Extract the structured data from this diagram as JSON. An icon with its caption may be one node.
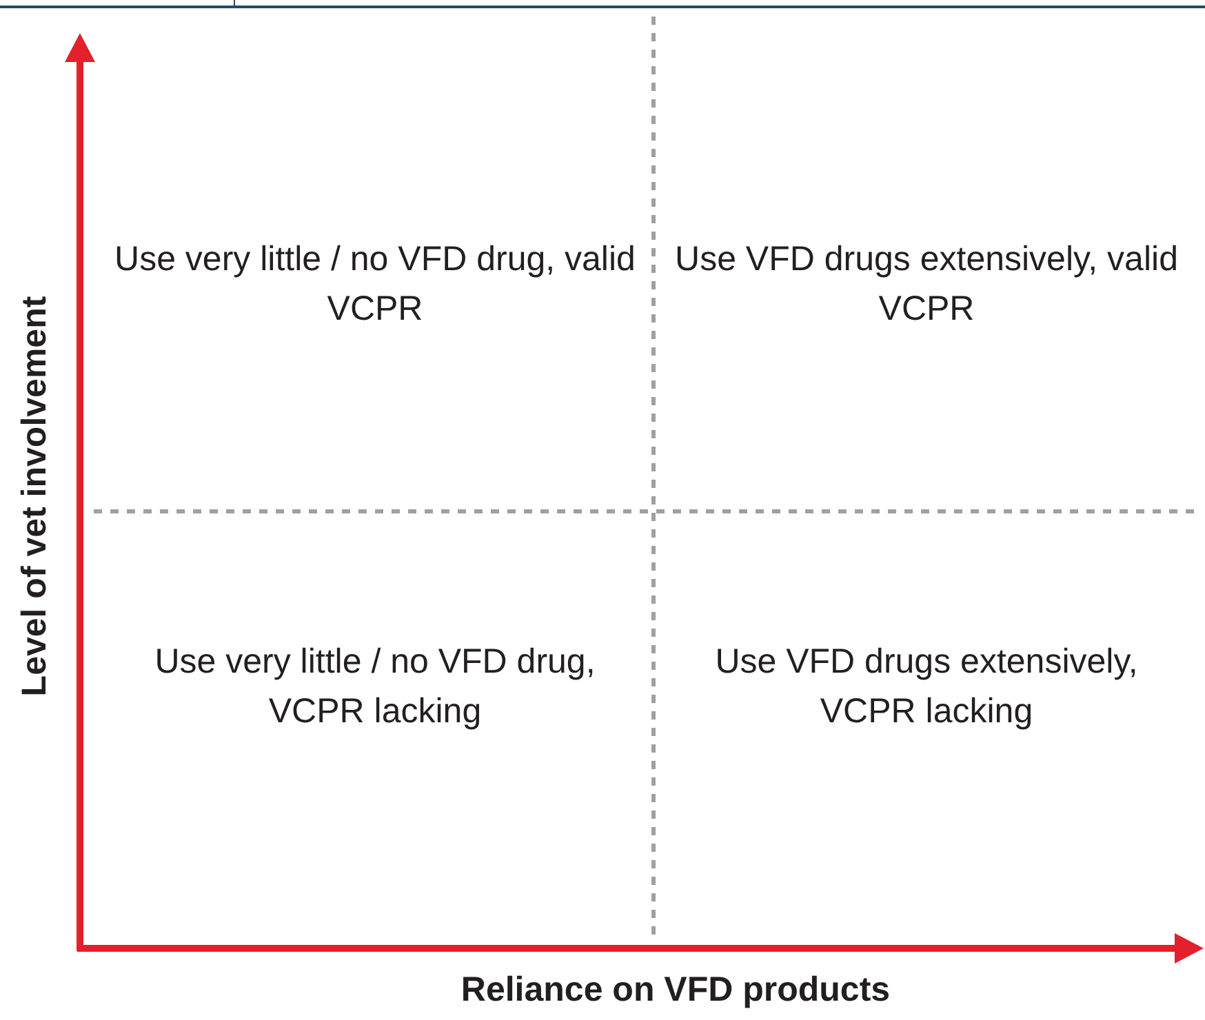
{
  "diagram": {
    "labels": [
      "Use very little / no VFD drug, valid VCPR",
      "Use VFD drugs extensively, valid VCPR",
      "Level of vet involvement",
      "Use very little / no VFD drug, VCPR lacking",
      "Use VFD drugs extensively, VCPR lacking",
      "Reliance on VFD products"
    ]
  }
}
